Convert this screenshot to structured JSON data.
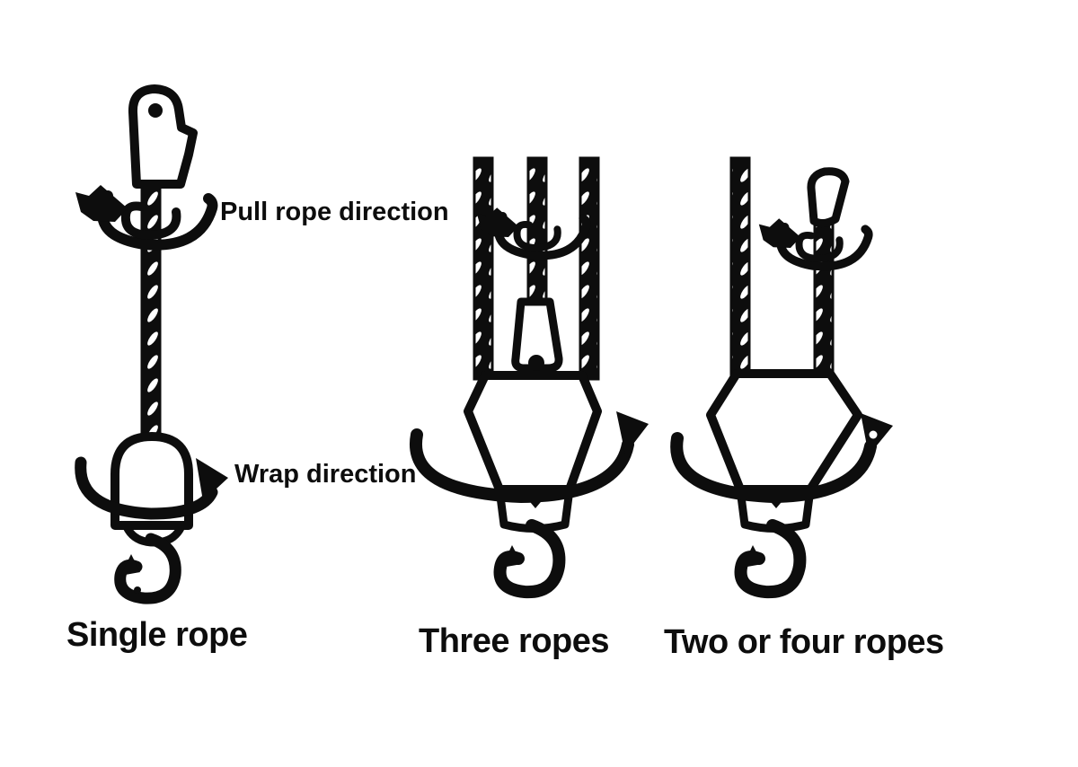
{
  "page": {
    "background": "#ffffff",
    "ink": "#0d0d0d"
  },
  "diagram": {
    "annotations": {
      "pull_rope": "Pull rope direction",
      "wrap": "Wrap direction"
    },
    "figures": [
      {
        "id": "single",
        "caption": "Single rope"
      },
      {
        "id": "three",
        "caption": "Three ropes"
      },
      {
        "id": "two_or_four",
        "caption": "Two or four ropes"
      }
    ]
  }
}
